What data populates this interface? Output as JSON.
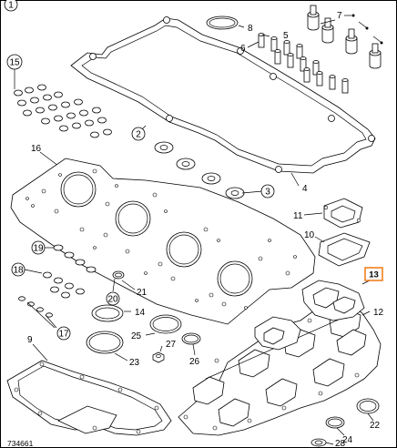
{
  "title_badge": "1",
  "reference_code": "734661",
  "highlighted_callout": "13",
  "highlight_color": "#f08020",
  "callouts": {
    "c2": "2",
    "c3": "3",
    "c4": "4",
    "c5": "5",
    "c6": "6",
    "c7": "7",
    "c8": "8",
    "c9": "9",
    "c10": "10",
    "c11": "11",
    "c12": "12",
    "c14": "14",
    "c15": "15",
    "c16": "16",
    "c17": "17",
    "c18": "18",
    "c19": "19",
    "c20": "20",
    "c21": "21",
    "c22": "22",
    "c23": "23",
    "c24": "24",
    "c25": "25",
    "c26": "26",
    "c27": "27",
    "c28": "28"
  }
}
